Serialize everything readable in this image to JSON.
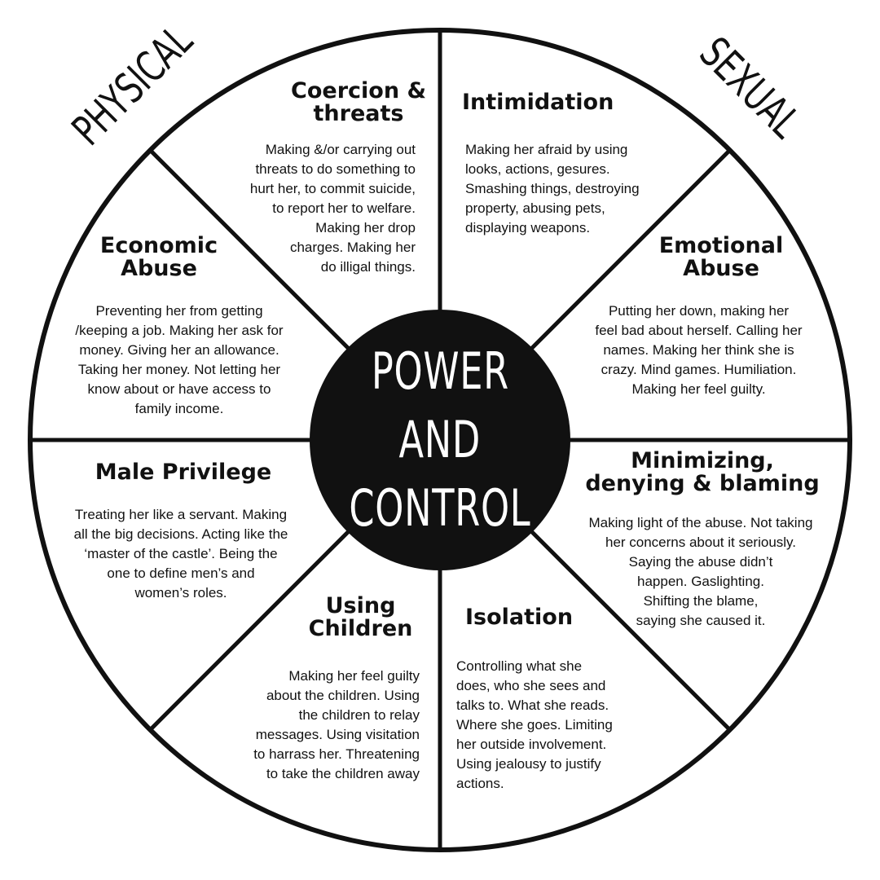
{
  "colors": {
    "ink": "#111111",
    "background": "#ffffff",
    "hub_text": "#ffffff"
  },
  "corners": {
    "left": "PHYSICAL",
    "right": "SEXUAL"
  },
  "hub": {
    "line1": "POWER",
    "line2": "AND",
    "line3": "CONTROL"
  },
  "segments": {
    "coercion": {
      "title": "Coercion &\nthreats",
      "text": "Making &/or carrying out\nthreats to do something to\nhurt her, to commit suicide,\nto report her to welfare.\nMaking her drop\ncharges. Making her\ndo illigal things."
    },
    "intimidation": {
      "title": "Intimidation",
      "text": "Making her afraid by using\nlooks, actions, gesures.\nSmashing things, destroying\nproperty, abusing pets,\ndisplaying weapons."
    },
    "economic": {
      "title": "Economic\nAbuse",
      "text": "Preventing her from getting\n/keeping a job. Making her ask for\nmoney. Giving her an allowance.\nTaking her money. Not letting her\nknow about or have access to\nfamily income."
    },
    "emotional": {
      "title": "Emotional\nAbuse",
      "text": "Putting her down, making her\nfeel bad about herself. Calling her\nnames. Making her think she is\ncrazy. Mind games. Humiliation.\nMaking her feel guilty."
    },
    "male_privilege": {
      "title": "Male Privilege",
      "text": "Treating her like a servant. Making\nall the big decisions. Acting like the\n‘master of the castle’. Being the\none to define men’s and\nwomen’s roles."
    },
    "minimizing": {
      "title": "Minimizing,\ndenying & blaming",
      "text": "Making light of the abuse. Not taking\nher concerns about it seriously.\nSaying the abuse didn’t\nhappen. Gaslighting.\nShifting the blame,\nsaying she caused it."
    },
    "children": {
      "title": "Using\nChildren",
      "text": "Making her feel guilty\nabout the children. Using\nthe children to relay\nmessages. Using visitation\nto harrass her. Threatening\nto take the children away"
    },
    "isolation": {
      "title": "Isolation",
      "text": "Controlling what she\ndoes, who she sees and\ntalks to. What she reads.\nWhere she goes. Limiting\nher outside involvement.\nUsing jealousy to justify\nactions."
    }
  }
}
